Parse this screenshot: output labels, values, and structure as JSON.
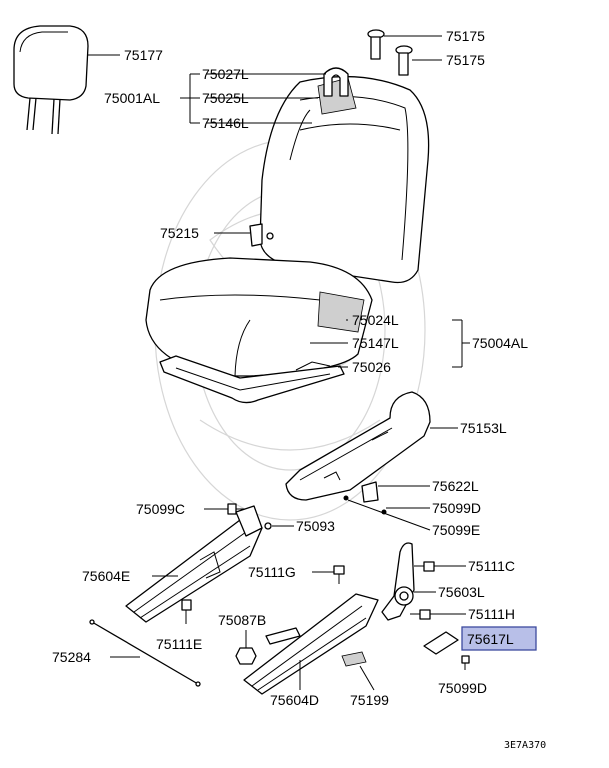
{
  "labels": {
    "p75177": "75177",
    "p75175a": "75175",
    "p75175b": "75175",
    "p75027L": "75027L",
    "p75025L": "75025L",
    "p75146L": "75146L",
    "p75001AL": "75001AL",
    "p75215": "75215",
    "p75024L": "75024L",
    "p75147L": "75147L",
    "p75026": "75026",
    "p75004AL": "75004AL",
    "p75153L": "75153L",
    "p75622L": "75622L",
    "p75099D_a": "75099D",
    "p75099E": "75099E",
    "p75099C": "75099C",
    "p75093": "75093",
    "p75604E": "75604E",
    "p75111G": "75111G",
    "p75111C": "75111C",
    "p75603L": "75603L",
    "p75111H": "75111H",
    "p75617L": "75617L",
    "p75087B": "75087B",
    "p75111E": "75111E",
    "p75284": "75284",
    "p75604D": "75604D",
    "p75199": "75199",
    "p75099D_b": "75099D"
  },
  "highlight": {
    "part": "75617L",
    "fill": "#b8bfe8",
    "stroke": "#3d4a9e"
  },
  "diagram_code": "3E7A370"
}
